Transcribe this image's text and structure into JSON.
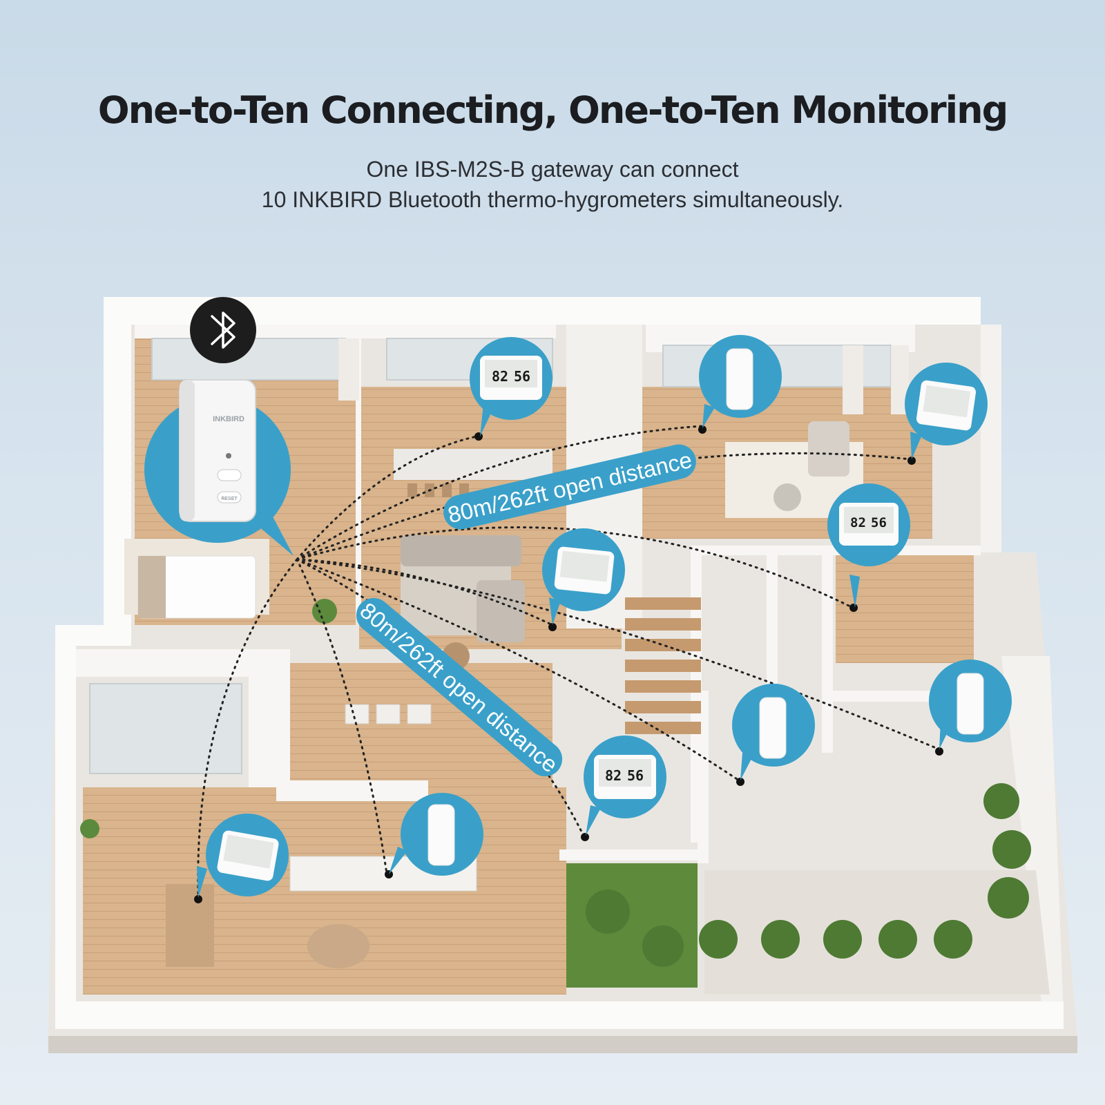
{
  "header": {
    "title": "One-to-Ten Connecting, One-to-Ten Monitoring",
    "subtitle_line1": "One IBS-M2S-B gateway can connect",
    "subtitle_line2": "10 INKBIRD Bluetooth thermo-hygrometers simultaneously."
  },
  "labels": {
    "distance_horizontal": "80m/262ft open distance",
    "distance_diagonal": "80m/262ft open distance"
  },
  "gateway": {
    "brand": "INKBIRD",
    "reset_label": "RESET",
    "icon": "bluetooth-icon"
  },
  "sensor_display": {
    "temp": "82",
    "humidity": "56"
  },
  "colors": {
    "accent_blue": "#3aa0c9",
    "bluetooth_badge": "#1d1d1d"
  }
}
